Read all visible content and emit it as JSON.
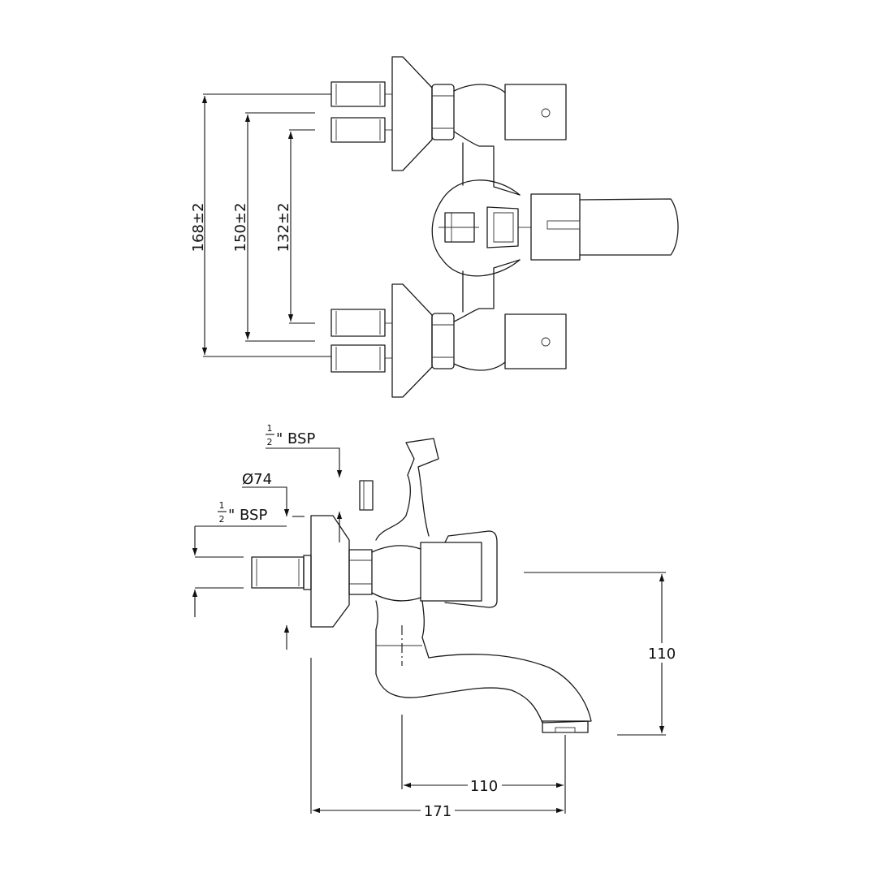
{
  "drawing": {
    "dimensions": {
      "top_outer": "168±2",
      "top_middle": "150±2",
      "top_inner": "132±2",
      "side_height": "110",
      "spout_reach": "110",
      "overall_depth": "171",
      "flange_diameter": "Ø74"
    },
    "thread_labels": {
      "upper": {
        "numerator": "1",
        "denominator": "2",
        "suffix": "\" BSP"
      },
      "lower": {
        "numerator": "1",
        "denominator": "2",
        "suffix": "\" BSP"
      }
    }
  }
}
